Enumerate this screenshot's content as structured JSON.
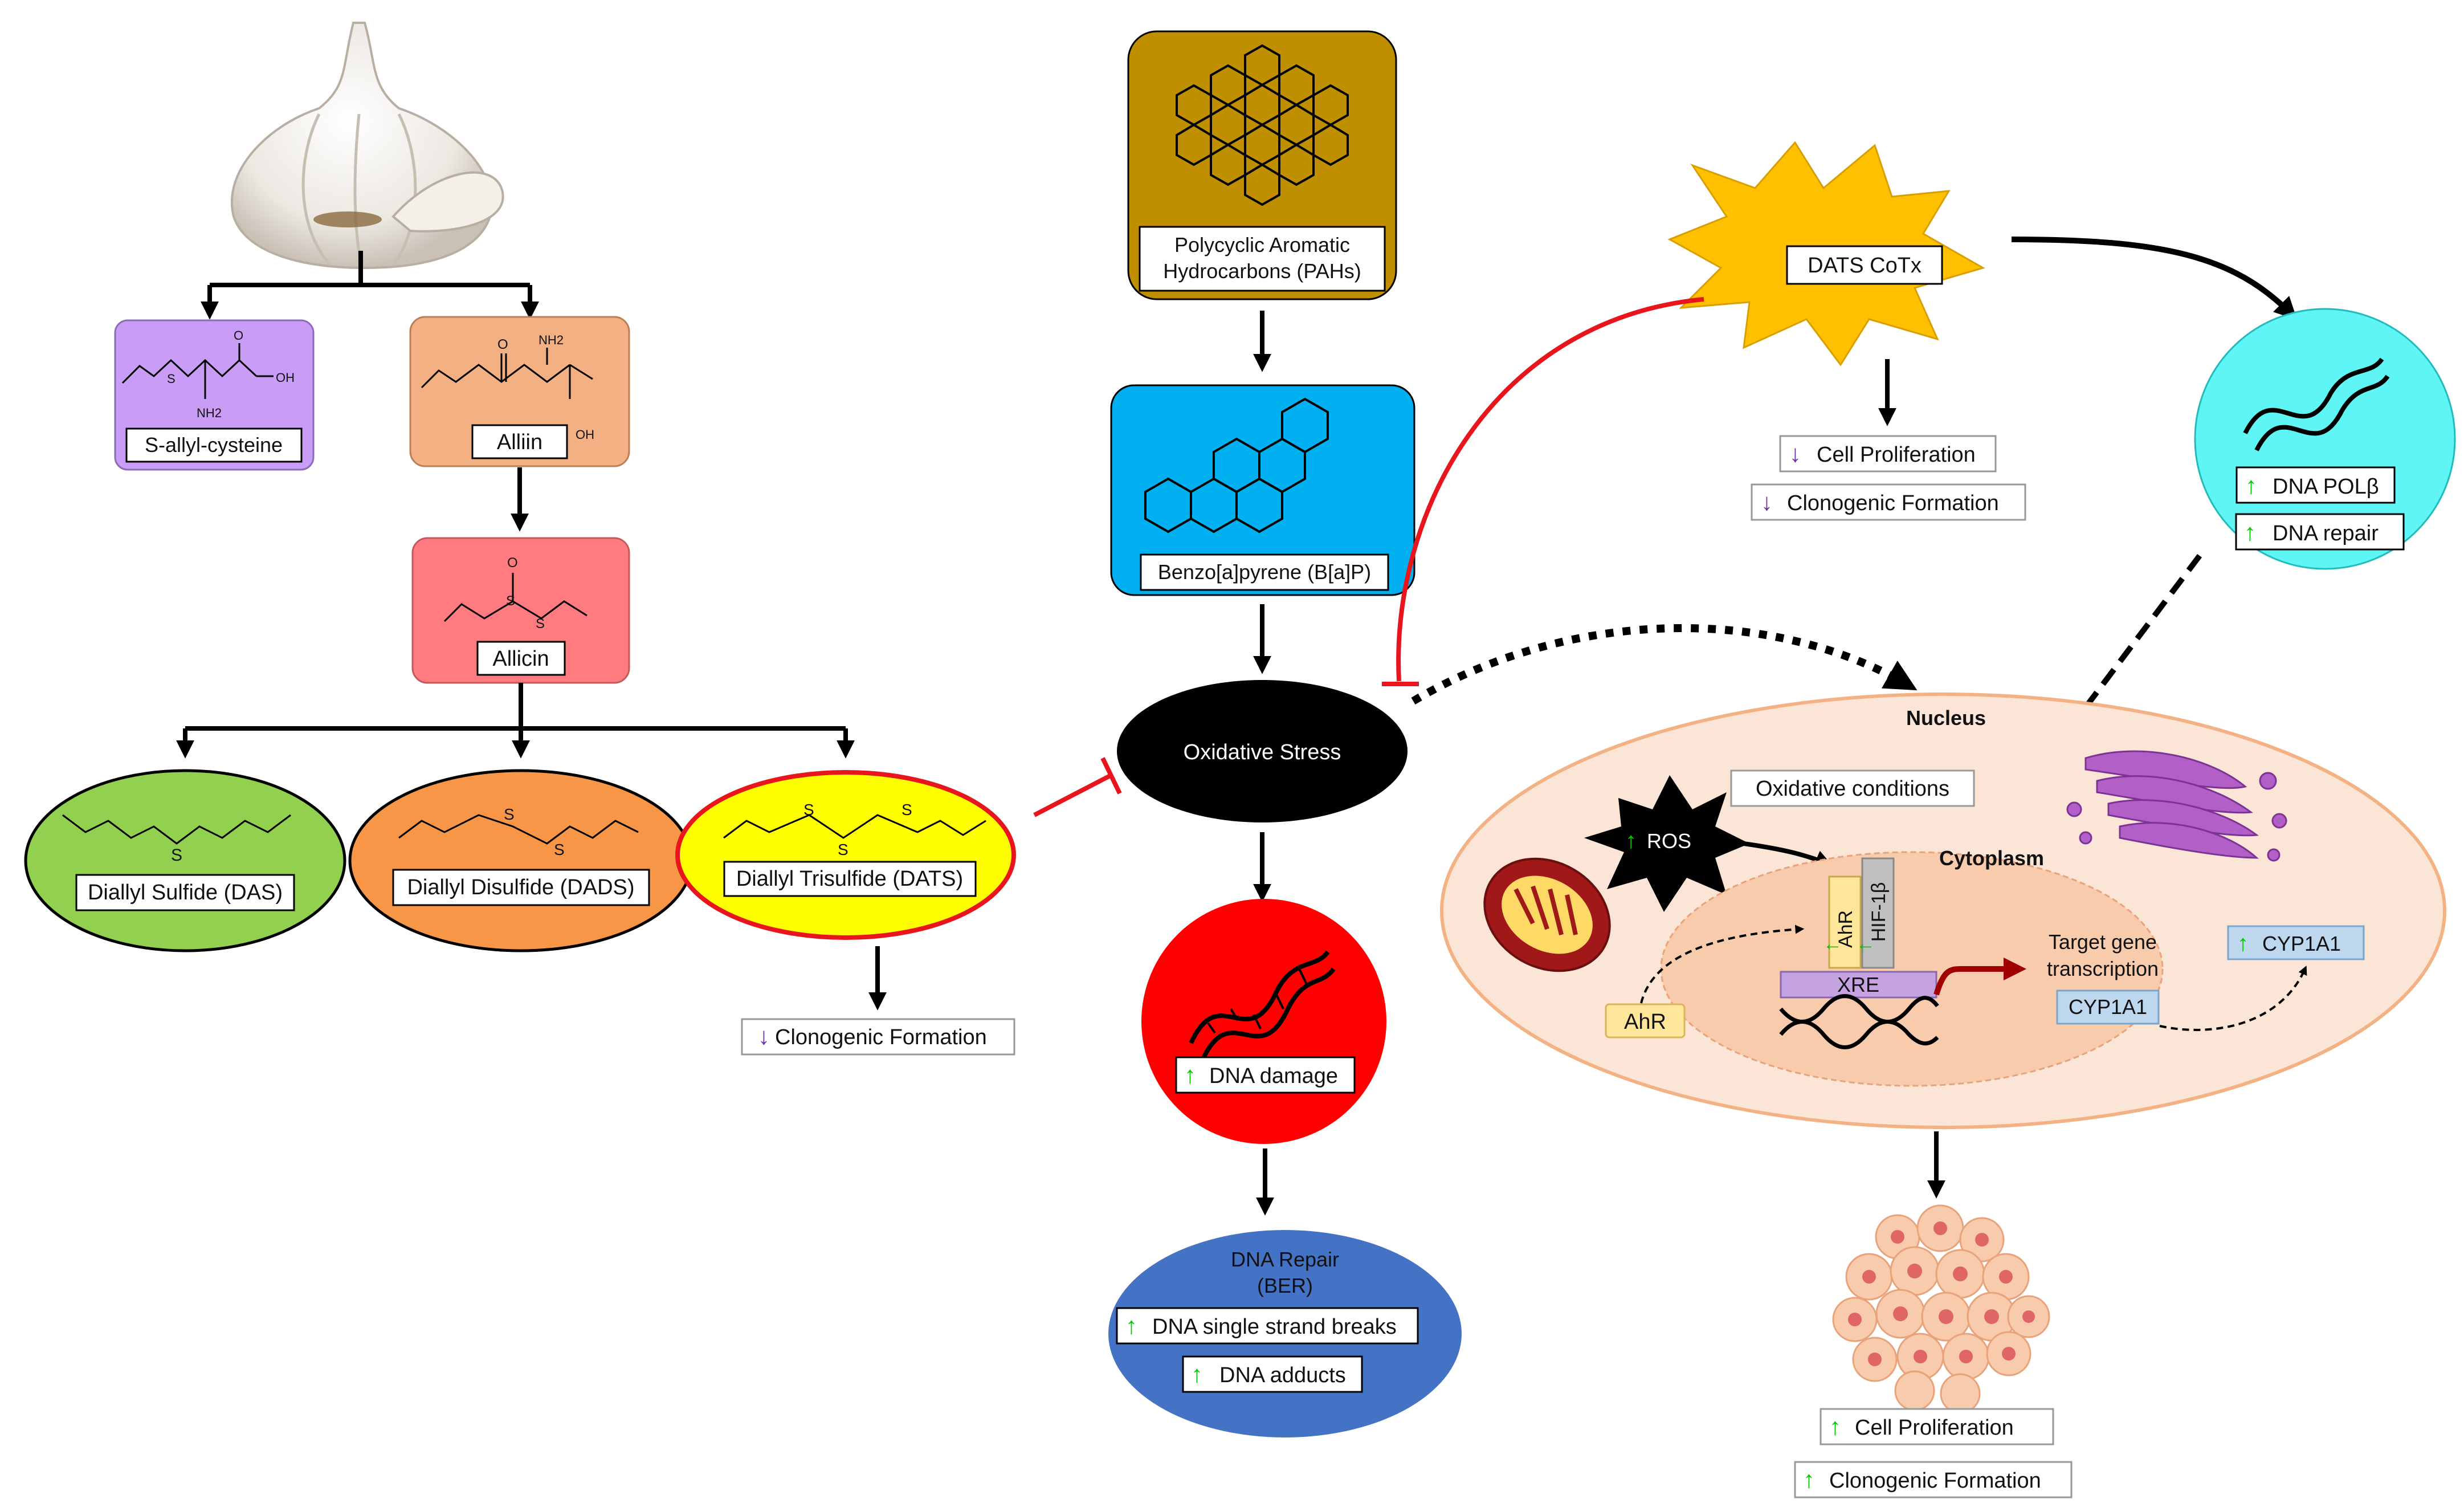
{
  "compounds": {
    "sac": "S-allyl-cysteine",
    "alliin": "Alliin",
    "allicin": "Allicin",
    "das": "Diallyl Sulfide (DAS)",
    "dads": "Diallyl Disulfide (DADS)",
    "dats": "Diallyl Trisulfide (DATS)"
  },
  "atoms": {
    "o": "O",
    "oh": "OH",
    "nh2": "NH2",
    "s": "S"
  },
  "dats_effect": {
    "arrow": "↓",
    "text": "Clonogenic Formation"
  },
  "pah": {
    "line1": "Polycyclic Aromatic",
    "line2": "Hydrocarbons (PAHs)"
  },
  "bap": "Benzo[a]pyrene (B[a]P)",
  "oxidative_stress": "Oxidative Stress",
  "dna_damage": {
    "arrow": "↑",
    "text": "DNA damage"
  },
  "dna_repair": {
    "line1": "DNA Repair",
    "line2": "(BER)",
    "items": [
      {
        "arrow": "↑",
        "text": "DNA single strand breaks"
      },
      {
        "arrow": "↑",
        "text": "DNA adducts"
      }
    ]
  },
  "cotx": {
    "title": "DATS CoTx",
    "effects": [
      {
        "arrow": "↓",
        "text": "Cell Proliferation"
      },
      {
        "arrow": "↓",
        "text": "Clonogenic Formation"
      }
    ]
  },
  "pol": {
    "items": [
      {
        "arrow": "↑",
        "text": "DNA POLβ"
      },
      {
        "arrow": "↑",
        "text": "DNA repair"
      }
    ]
  },
  "cell": {
    "nucleus": "Nucleus",
    "cytoplasm": "Cytoplasm",
    "oxidative_conditions": "Oxidative conditions",
    "ros": {
      "arrow": "↑",
      "text": "ROS"
    },
    "ahr": "AhR",
    "ahr_complex": "AhR",
    "hif": "HIF-1β",
    "xre": "XRE",
    "target": {
      "line1": "Target gene",
      "line2": "transcription"
    },
    "cyp_inner": "CYP1A1",
    "cyp_outer": {
      "arrow": "↑",
      "text": "CYP1A1"
    }
  },
  "outcome": [
    {
      "arrow": "↑",
      "text": "Cell Proliferation"
    },
    {
      "arrow": "↑",
      "text": "Clonogenic Formation"
    }
  ],
  "colors": {
    "sac": "#c99cf5",
    "alliin": "#f2b083",
    "allicin": "#ff7b7f",
    "das": "#92d050",
    "dads": "#f79646",
    "dats": "#ffff00",
    "pah": "#bf8f00",
    "bap": "#00b0f0",
    "dna_damage": "#ff0000",
    "dna_repair": "#4472c4",
    "cotx": "#ffc000",
    "pol": "#5ff5f5",
    "cell": "#fbe5d6",
    "nucleus": "#f8cbad",
    "inhibit": "#e8161c",
    "up": "#00c800",
    "down": "#7030a0"
  }
}
